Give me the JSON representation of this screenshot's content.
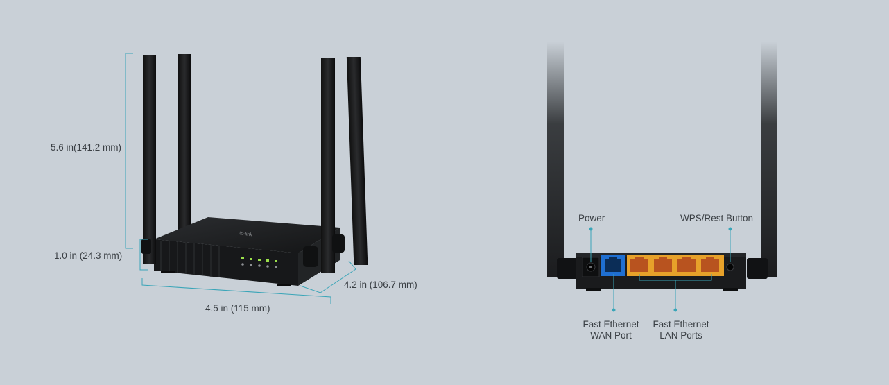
{
  "dimensions": {
    "height": "5.6 in(141.2 mm)",
    "depth_height": "1.0 in (24.3 mm)",
    "width": "4.5 in (115 mm)",
    "length": "4.2 in (106.7 mm)"
  },
  "rear_labels": {
    "power": "Power",
    "wps": "WPS/Rest Button",
    "wan_line1": "Fast Ethernet",
    "wan_line2": "WAN Port",
    "lan_line1": "Fast Ethernet",
    "lan_line2": "LAN Ports"
  },
  "brand_logo": "tp-link",
  "colors": {
    "background": "#c9d0d7",
    "dimension_line": "#3aa5b8",
    "wan_port": "#1f6fd1",
    "lan_port": "#e7a12a"
  }
}
